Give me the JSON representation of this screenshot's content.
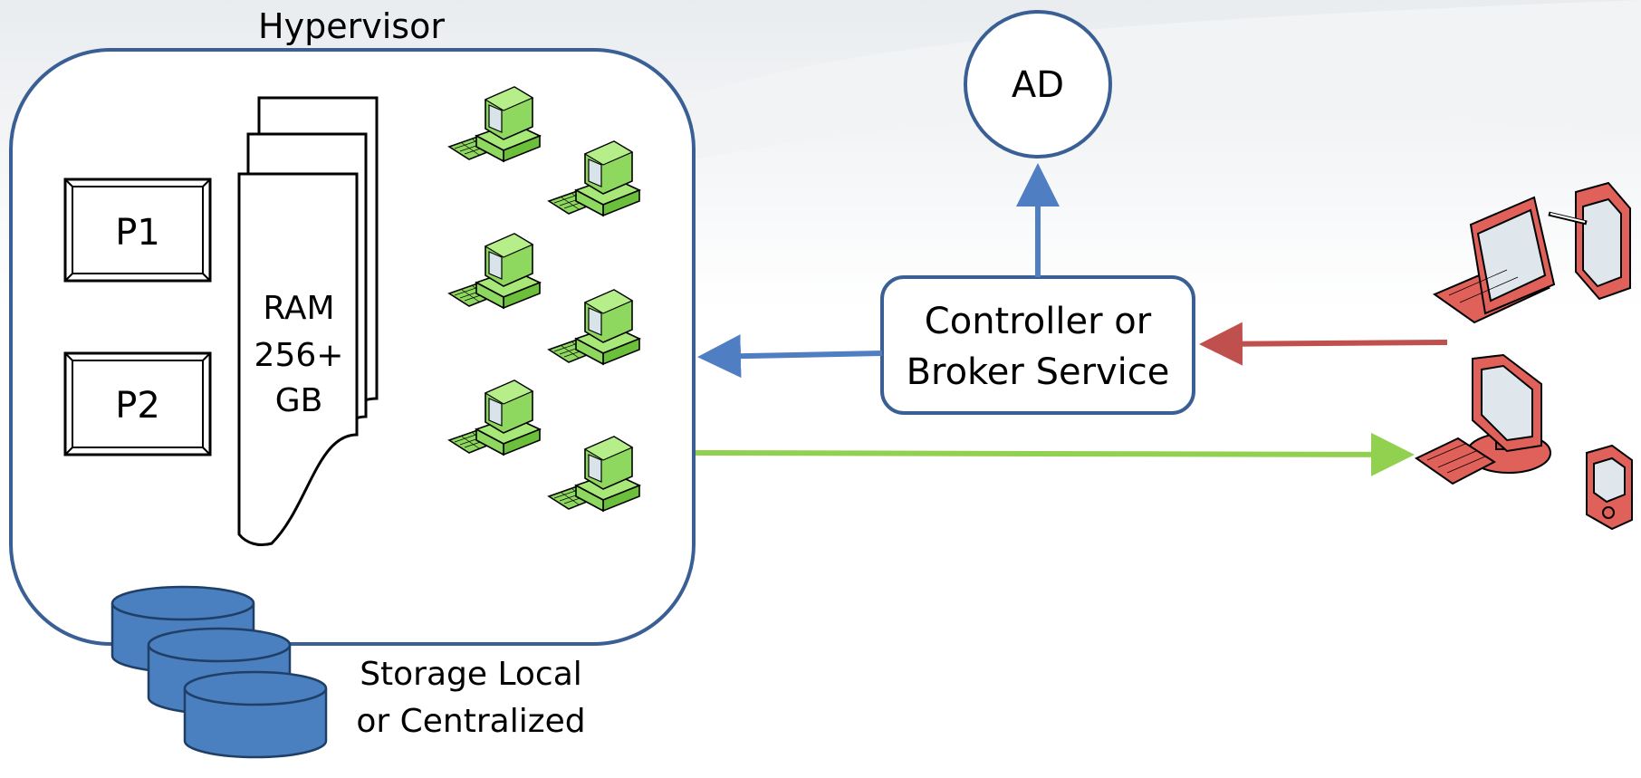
{
  "labels": {
    "hypervisor": "Hypervisor",
    "processor1": "P1",
    "processor2": "P2",
    "ram_line1": "RAM",
    "ram_line2": "256+",
    "ram_line3": "GB",
    "ad": "AD",
    "controller_line1": "Controller or",
    "controller_line2": "Broker Service",
    "storage_line1": "Storage Local",
    "storage_line2": "or Centralized"
  },
  "colors": {
    "hypervisor_border": "#3a5f94",
    "blue_arrow": "#4f7fc2",
    "red_arrow": "#c0504d",
    "green_arrow": "#92d050",
    "vm_green": "#8fd860",
    "client_red": "#e0605a",
    "storage_blue": "#4a7fc0"
  },
  "icons": {
    "virtual_desktops": "desktop-computer-icon",
    "client_devices": [
      "laptop-icon",
      "tablet-icon",
      "desktop-computer-icon",
      "pda-icon"
    ],
    "storage": "database-cylinder-icon"
  }
}
